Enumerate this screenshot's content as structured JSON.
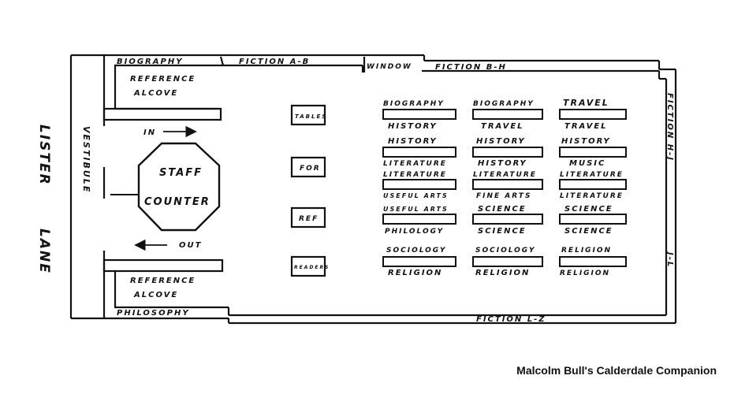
{
  "street": {
    "lister": "LISTER",
    "lane": "LANE"
  },
  "vestibule": "VESTIBULE",
  "top_wall": {
    "biography": "BIOGRAPHY",
    "fiction_ab": "FICTION A-B",
    "window": "WINDOW",
    "fiction_bh": "FICTION B-H"
  },
  "right_wall": {
    "fiction_hj": "FICTION H-J",
    "jl": "J-L"
  },
  "bottom_wall": {
    "philosophy": "PHILOSOPHY",
    "fiction_lz": "FICTION L-Z"
  },
  "alcoves": {
    "top_line1": "REFERENCE",
    "top_line2": "ALCOVE",
    "bottom_line1": "REFERENCE",
    "bottom_line2": "ALCOVE"
  },
  "counter": {
    "line1": "STAFF",
    "line2": "COUNTER",
    "in": "IN",
    "out": "OUT"
  },
  "tables": [
    "TABLES",
    "FOR",
    "REF",
    "READERS"
  ],
  "shelves": {
    "col1": {
      "s1_top": "BIOGRAPHY",
      "s1_bot": "HISTORY",
      "s2_top": "HISTORY",
      "s2_bot": "LITERATURE",
      "s3_top": "LITERATURE",
      "s3_bot": "USEFUL ARTS",
      "s4_top": "USEFUL ARTS",
      "s4_bot": "PHILOLOGY",
      "s5_top": "SOCIOLOGY",
      "s5_bot": "RELIGION"
    },
    "col2": {
      "s1_top": "BIOGRAPHY",
      "s1_bot": "TRAVEL",
      "s2_top": "HISTORY",
      "s2_bot": "HISTORY",
      "s3_top": "LITERATURE",
      "s3_bot": "FINE ARTS",
      "s4_top": "SCIENCE",
      "s4_bot": "SCIENCE",
      "s5_top": "SOCIOLOGY",
      "s5_bot": "RELIGION"
    },
    "col3": {
      "s1_top": "TRAVEL",
      "s1_bot": "TRAVEL",
      "s2_top": "HISTORY",
      "s2_bot": "MUSIC",
      "s3_top": "LITERATURE",
      "s3_bot": "LITERATURE",
      "s4_top": "SCIENCE",
      "s4_bot": "SCIENCE",
      "s5_top": "RELIGION",
      "s5_bot": "RELIGION"
    }
  },
  "credit": "Malcolm Bull's Calderdale Companion"
}
